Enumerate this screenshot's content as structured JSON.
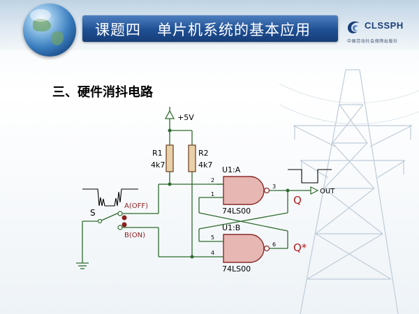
{
  "slide": {
    "title": "课题四   单片机系统的基本应用",
    "section_heading": "三、硬件消抖电路"
  },
  "logo": {
    "name": "CLSSPH",
    "subtitle": "中国劳动社会保障出版社"
  },
  "circuit": {
    "supply": "+5V",
    "r1_name": "R1",
    "r1_value": "4k7",
    "r2_name": "R2",
    "r2_value": "4k7",
    "gate_a_name": "U1:A",
    "gate_a_part": "74LS00",
    "gate_b_name": "U1:B",
    "gate_b_part": "74LS00",
    "pin_a_in1": "2",
    "pin_a_in2": "1",
    "pin_a_out": "3",
    "pin_b_in1": "5",
    "pin_b_in2": "4",
    "pin_b_out": "6",
    "switch_name": "S",
    "switch_a": "A(OFF)",
    "switch_b": "B(ON)",
    "output": "OUT",
    "q": "Q",
    "q_bar": "Q*"
  },
  "colors": {
    "title_bar": "#1f4f93",
    "wire": "#2e6b2e",
    "gate_fill": "#e6b7b3",
    "gate_stroke": "#8b2a2a",
    "resistor_fill": "#e8d0a8",
    "label_red": "#b01e1e"
  }
}
